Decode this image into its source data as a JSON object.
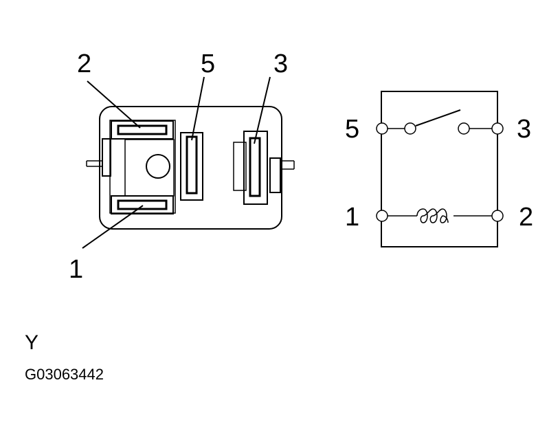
{
  "relay_pin_labels": {
    "pin_2": "2",
    "pin_5": "5",
    "pin_3": "3",
    "pin_1": "1"
  },
  "schematic_pin_labels": {
    "pin_5": "5",
    "pin_3": "3",
    "pin_1": "1",
    "pin_2": "2"
  },
  "caption": "Y",
  "figure_code": "G03063442",
  "colors": {
    "line": "#000000",
    "background": "#ffffff"
  }
}
